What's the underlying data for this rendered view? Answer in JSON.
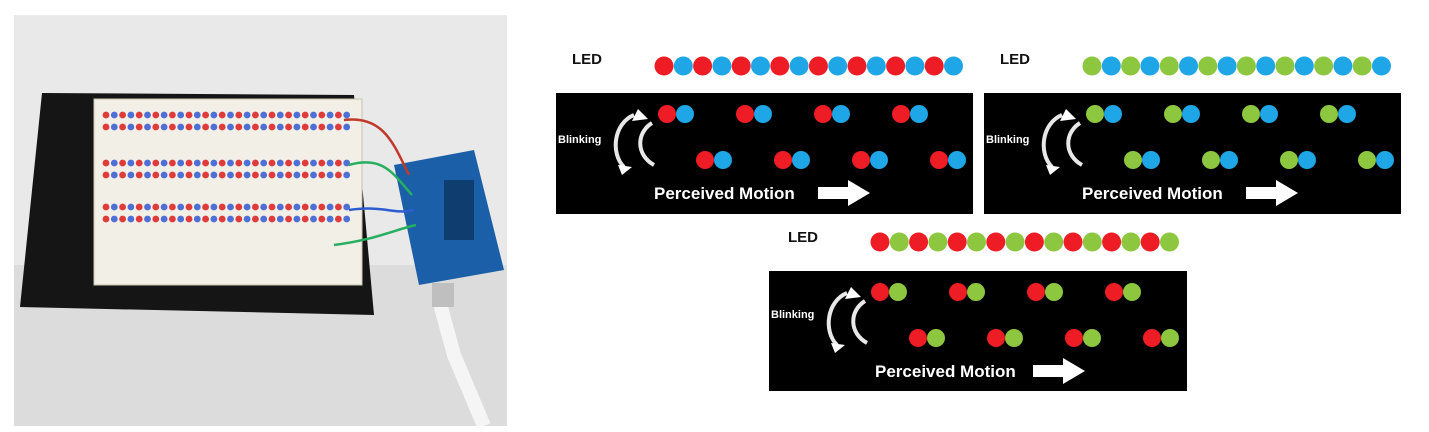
{
  "photo": {
    "description_icon": "breadboard-led-arduino-photo"
  },
  "colors": {
    "red": "#ee1c24",
    "blue": "#1ea6e6",
    "green": "#8dc63f",
    "panel": "#000000",
    "white": "#ffffff"
  },
  "diagrams": [
    {
      "led_label": "LED",
      "row_colors": [
        "red",
        "blue"
      ],
      "blink_label": "Blinking",
      "motion_label": "Perceived Motion"
    },
    {
      "led_label": "LED",
      "row_colors": [
        "green",
        "blue"
      ],
      "blink_label": "Blinking",
      "motion_label": "Perceived Motion"
    },
    {
      "led_label": "LED",
      "row_colors": [
        "red",
        "green"
      ],
      "blink_label": "Blinking",
      "motion_label": "Perceived Motion"
    }
  ]
}
